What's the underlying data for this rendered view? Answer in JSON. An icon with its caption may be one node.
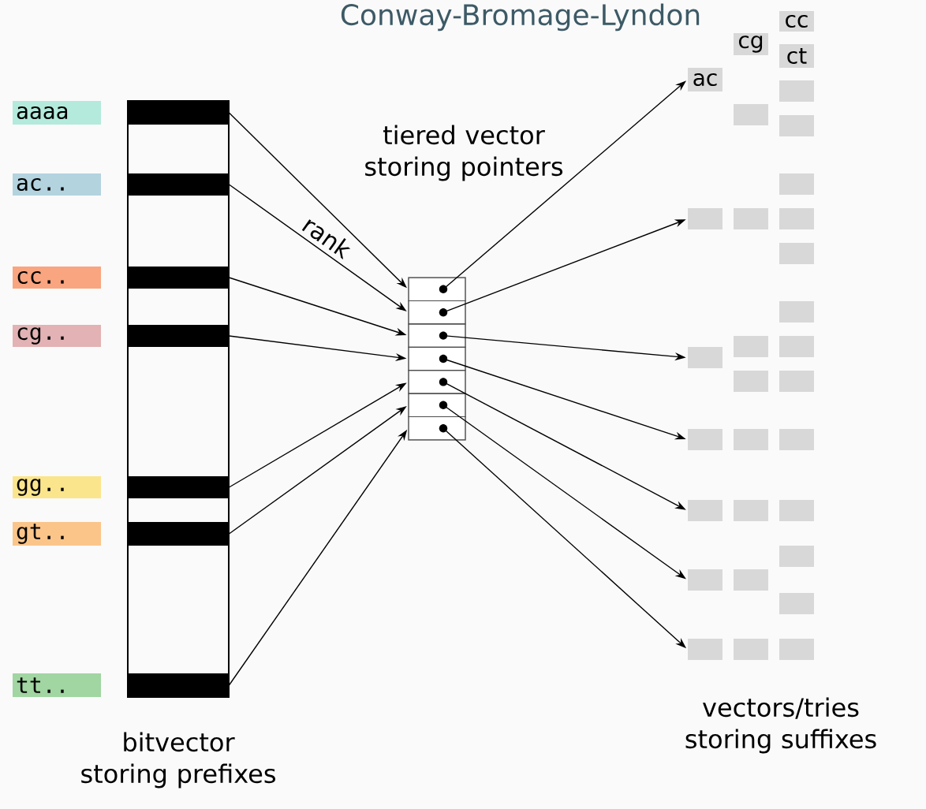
{
  "diagram": {
    "title": "Conway-Bromage-Lyndon",
    "nodes": [
      {
        "text": [
          "aaaa"
        ]
      },
      {
        "text": [
          "ac.."
        ]
      },
      {
        "text": [
          "cc.."
        ]
      },
      {
        "text": [
          "cg.."
        ]
      },
      {
        "text": [
          "gg.."
        ]
      },
      {
        "text": [
          "gt.."
        ]
      },
      {
        "text": [
          "tt.."
        ]
      },
      {
        "text": [],
        "shape": "box"
      },
      {
        "text": [],
        "shape": "bar",
        "in": 7
      },
      {
        "text": [],
        "shape": "bar",
        "in": 7
      },
      {
        "text": [],
        "shape": "bar",
        "in": 7
      },
      {
        "text": [],
        "shape": "bar",
        "in": 7
      },
      {
        "text": [],
        "shape": "bar",
        "in": 7
      },
      {
        "text": [],
        "shape": "bar",
        "in": 7
      },
      {
        "text": [],
        "shape": "bar",
        "in": 7
      },
      {
        "text": [],
        "shape": "box"
      },
      {
        "text": [],
        "shape": "box",
        "in": 15
      },
      {
        "text": [],
        "shape": "box",
        "in": 15
      },
      {
        "text": [],
        "shape": "box",
        "in": 15
      },
      {
        "text": [],
        "shape": "box",
        "in": 15
      },
      {
        "text": [],
        "shape": "box",
        "in": 15
      },
      {
        "text": [],
        "shape": "box",
        "in": 15
      },
      {
        "text": [],
        "shape": "box",
        "in": 15
      },
      {
        "text": [
          "cc"
        ]
      },
      {
        "text": [
          "cg"
        ]
      },
      {
        "text": [
          "ct"
        ]
      },
      {
        "text": [
          "ac"
        ]
      },
      {
        "text": [],
        "shape": "box"
      },
      {
        "text": [],
        "shape": "box"
      },
      {
        "text": [],
        "shape": "box"
      },
      {
        "text": [],
        "shape": "box"
      },
      {
        "text": [],
        "shape": "box"
      },
      {
        "text": [],
        "shape": "box"
      },
      {
        "text": [],
        "shape": "box"
      },
      {
        "text": [],
        "shape": "box"
      },
      {
        "text": [],
        "shape": "box"
      },
      {
        "text": [],
        "shape": "box"
      },
      {
        "text": [],
        "shape": "box"
      },
      {
        "text": [],
        "shape": "box"
      },
      {
        "text": [],
        "shape": "box"
      },
      {
        "text": [],
        "shape": "box"
      },
      {
        "text": [],
        "shape": "box"
      },
      {
        "text": [],
        "shape": "box"
      },
      {
        "text": [],
        "shape": "box"
      },
      {
        "text": [],
        "shape": "box"
      },
      {
        "text": [],
        "shape": "box"
      },
      {
        "text": [],
        "shape": "box"
      },
      {
        "text": [],
        "shape": "box"
      },
      {
        "text": [],
        "shape": "box"
      },
      {
        "text": [],
        "shape": "box"
      },
      {
        "text": [],
        "shape": "box"
      },
      {
        "text": [],
        "shape": "box"
      },
      {
        "text": [],
        "shape": "box"
      },
      {
        "text": [],
        "shape": "box"
      }
    ],
    "edges": [
      {
        "from": 8,
        "to": 16,
        "arrow": "to"
      },
      {
        "from": 9,
        "to": 17,
        "arrow": "to",
        "label": "rank"
      },
      {
        "from": 10,
        "to": 18,
        "arrow": "to"
      },
      {
        "from": 11,
        "to": 19,
        "arrow": "to"
      },
      {
        "from": 12,
        "to": 20,
        "arrow": "to"
      },
      {
        "from": 13,
        "to": 21,
        "arrow": "to"
      },
      {
        "from": 14,
        "to": 22,
        "arrow": "to"
      },
      {
        "from": 16,
        "to": 26,
        "arrow": "to"
      },
      {
        "from": 17,
        "to": 31,
        "arrow": "to"
      },
      {
        "from": 18,
        "to": 38,
        "arrow": "to"
      },
      {
        "from": 19,
        "to": 41,
        "arrow": "to"
      },
      {
        "from": 20,
        "to": 44,
        "arrow": "to"
      },
      {
        "from": 21,
        "to": 48,
        "arrow": "to"
      },
      {
        "from": 22,
        "to": 51,
        "arrow": "to"
      }
    ],
    "labels": [
      "tiered vector storing pointers",
      "bitvector storing prefixes",
      "vectors/tries storing suffixes"
    ]
  }
}
